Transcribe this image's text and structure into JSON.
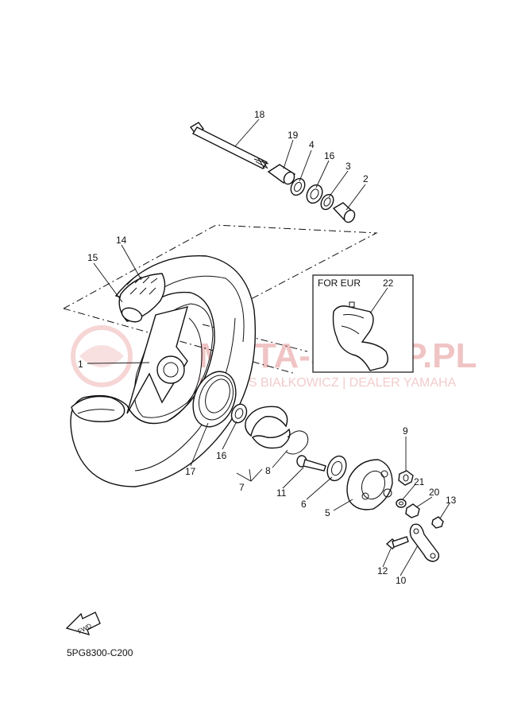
{
  "watermark": {
    "brand": "MOTA-SKLEP.PL",
    "subtitle": "MOTOBIS BIAŁKOWICZ | DEALER YAMAHA"
  },
  "variant_box": {
    "label": "FOR EUR"
  },
  "fwd_label": "FWD",
  "diagram_code": "5PG8300-C200",
  "callouts": [
    {
      "id": "c18",
      "text": "18"
    },
    {
      "id": "c19",
      "text": "19"
    },
    {
      "id": "c4",
      "text": "4"
    },
    {
      "id": "c16a",
      "text": "16"
    },
    {
      "id": "c3",
      "text": "3"
    },
    {
      "id": "c2",
      "text": "2"
    },
    {
      "id": "c14",
      "text": "14"
    },
    {
      "id": "c15",
      "text": "15"
    },
    {
      "id": "c22",
      "text": "22"
    },
    {
      "id": "c1",
      "text": "1"
    },
    {
      "id": "c9",
      "text": "9"
    },
    {
      "id": "c16b",
      "text": "16"
    },
    {
      "id": "c17",
      "text": "17"
    },
    {
      "id": "c8",
      "text": "8"
    },
    {
      "id": "c7",
      "text": "7"
    },
    {
      "id": "c11",
      "text": "11"
    },
    {
      "id": "c6",
      "text": "6"
    },
    {
      "id": "c21",
      "text": "21"
    },
    {
      "id": "c20",
      "text": "20"
    },
    {
      "id": "c13",
      "text": "13"
    },
    {
      "id": "c5",
      "text": "5"
    },
    {
      "id": "c12",
      "text": "12"
    },
    {
      "id": "c10",
      "text": "10"
    }
  ]
}
